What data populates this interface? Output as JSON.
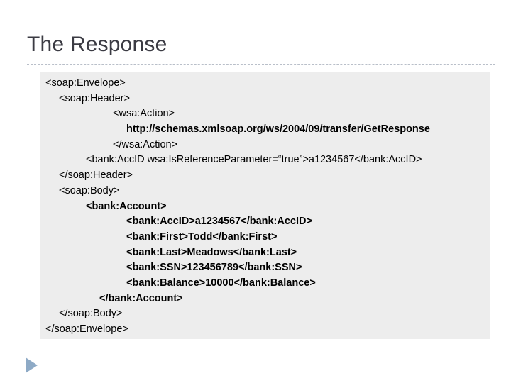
{
  "slide": {
    "title": "The Response",
    "accent_color": "#8eaac6",
    "panel_background": "#ededed",
    "title_color": "#3b3b43",
    "rule_color": "#b9bfc9"
  },
  "code": {
    "language": "xml",
    "lines": [
      {
        "text": "<soap:Envelope>",
        "indent": 0,
        "bold": false
      },
      {
        "text": "<soap:Header>",
        "indent": 1,
        "bold": false
      },
      {
        "text": "<wsa:Action>",
        "indent": 5,
        "bold": false
      },
      {
        "text": "http://schemas.xmlsoap.org/ws/2004/09/transfer/GetResponse",
        "indent": 6,
        "bold": true
      },
      {
        "text": "</wsa:Action>",
        "indent": 5,
        "bold": false
      },
      {
        "text": "<bank:AccID wsa:IsReferenceParameter=“true”>a1234567</bank:AccID>",
        "indent": 3,
        "bold": false
      },
      {
        "text": "</soap:Header>",
        "indent": 1,
        "bold": false
      },
      {
        "text": "<soap:Body>",
        "indent": 1,
        "bold": false
      },
      {
        "text": "<bank:Account>",
        "indent": 3,
        "bold": true
      },
      {
        "text": "<bank:AccID>a1234567</bank:AccID>",
        "indent": 6,
        "bold": true
      },
      {
        "text": "<bank:First>Todd</bank:First>",
        "indent": 6,
        "bold": true
      },
      {
        "text": "<bank:Last>Meadows</bank:Last>",
        "indent": 6,
        "bold": true
      },
      {
        "text": "<bank:SSN>123456789</bank:SSN>",
        "indent": 6,
        "bold": true
      },
      {
        "text": "<bank:Balance>10000</bank:Balance>",
        "indent": 6,
        "bold": true
      },
      {
        "text": "</bank:Account>",
        "indent": 4,
        "bold": true
      },
      {
        "text": "</soap:Body>",
        "indent": 1,
        "bold": false
      },
      {
        "text": "</soap:Envelope>",
        "indent": 0,
        "bold": false
      }
    ]
  },
  "navigation": {
    "next_label": "next-slide"
  }
}
